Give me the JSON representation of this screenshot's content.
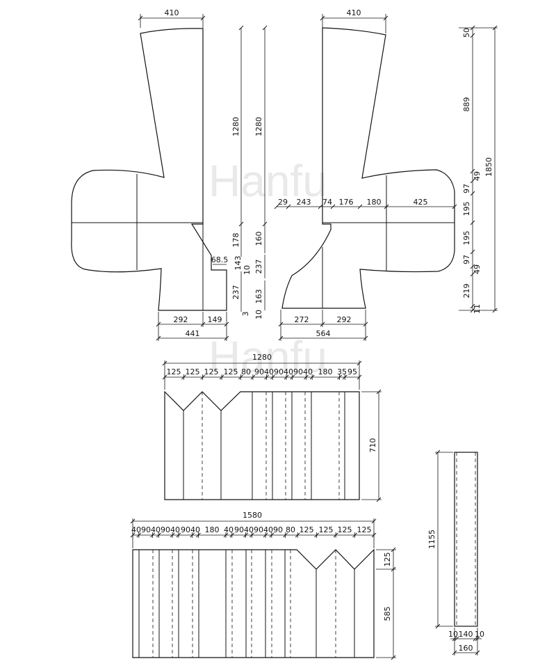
{
  "watermark": "Hanfu",
  "front_piece": {
    "top_width": "410",
    "height_left": "1280",
    "height_right": "1280",
    "collar_178": "178",
    "collar_160": "160",
    "notch_width": "68.5",
    "notch_143": "143",
    "notch_10": "10",
    "lower_237_left": "237",
    "lower_237_right": "237",
    "bottom_163": "163",
    "bottom_3": "3",
    "bottom_10": "10",
    "bottom_292": "292",
    "bottom_149": "149",
    "bottom_total": "441"
  },
  "back_piece": {
    "top_width": "410",
    "row_29": "29",
    "row_243": "243",
    "row_74": "74",
    "row_176": "176",
    "row_180": "180",
    "row_425": "425",
    "bottom_272": "272",
    "bottom_292": "292",
    "bottom_total": "564"
  },
  "side_dims": {
    "d50": "50",
    "d889": "889",
    "d49a": "49",
    "d97a": "97",
    "d195a": "195",
    "d195b": "195",
    "d97b": "97",
    "d49b": "49",
    "d219": "219",
    "d11": "11",
    "total": "1850"
  },
  "skirt_upper": {
    "total": "1280",
    "segments": [
      "125",
      "125",
      "125",
      "125",
      "80",
      "90",
      "40",
      "90",
      "40",
      "90",
      "40",
      "180",
      "35",
      "95"
    ],
    "height": "710"
  },
  "skirt_lower": {
    "total": "1580",
    "segments": [
      "40",
      "90",
      "40",
      "90",
      "40",
      "90",
      "40",
      "180",
      "40",
      "90",
      "40",
      "90",
      "40",
      "90",
      "80",
      "125",
      "125",
      "125",
      "125"
    ],
    "height_top": "125",
    "height_bottom": "585"
  },
  "waistband": {
    "height": "1155",
    "seg_10a": "10",
    "seg_140": "140",
    "seg_10b": "10",
    "width": "160"
  }
}
